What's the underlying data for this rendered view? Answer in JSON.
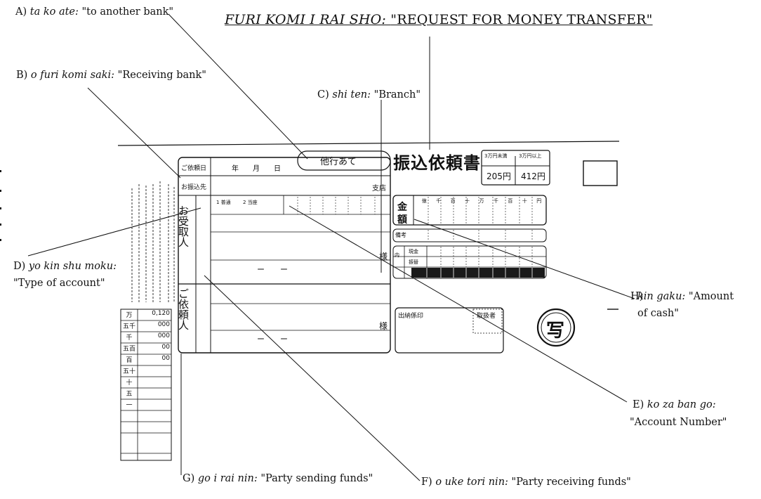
{
  "title": {
    "romaji": "FURI KOMI I RAI SHO:",
    "english": "\"REQUEST FOR MONEY TRANSFER\""
  },
  "annotations": {
    "a": {
      "letter": "A)",
      "term": "ta ko ate:",
      "meaning": "\"to another bank\""
    },
    "b": {
      "letter": "B)",
      "term": "o furi komi saki:",
      "meaning": "\"Receiving bank\""
    },
    "c": {
      "letter": "C)",
      "term": "shi ten:",
      "meaning": "\"Branch\""
    },
    "d": {
      "letter": "D)",
      "term": "yo kin shu moku:",
      "meaning": "\"Type of account\""
    },
    "e": {
      "letter": "E)",
      "term": "ko za ban go:",
      "meaning": "\"Account Number\""
    },
    "f": {
      "letter": "F)",
      "term": "o uke tori nin:",
      "meaning": "\"Party receiving funds\""
    },
    "g": {
      "letter": "G)",
      "term": "go i rai nin:",
      "meaning": "\"Party sending funds\""
    },
    "h": {
      "letter": "H)",
      "term": "kin gaku:",
      "meaning": "\"Amount",
      "meaning2": "of cash\""
    }
  },
  "form": {
    "other_bank": "他行あて",
    "form_title": "振込依頼書",
    "fee_header_1": "3万円未満",
    "fee_header_2": "3万円以上",
    "fee_value_1": "205円",
    "fee_value_2": "412円",
    "date_label": "ご依頼日",
    "date_fields": "年　　月　　日",
    "dest_label": "お振込先",
    "branch": "支店",
    "receiver_vertical": "お受取人",
    "sender_vertical": "ご依頼人",
    "account_type_1": "1 普通",
    "account_type_2": "2 当座",
    "amount_label_1": "金",
    "amount_label_2": "額",
    "digits": [
      "億",
      "千",
      "百",
      "十",
      "万",
      "千",
      "百",
      "十",
      "円"
    ],
    "remarks": "備考",
    "cash": "現金",
    "transfer": "振替",
    "breakdown": "内",
    "sama_1": "様",
    "sama_2": "様",
    "dash_1": "ー　　ー",
    "dash_2": "ー　　ー",
    "issuer": "出納係印",
    "checker": "取扱者",
    "stamp": "写",
    "side_table": [
      {
        "k": "万",
        "v": "0,120"
      },
      {
        "k": "五千",
        "v": "000"
      },
      {
        "k": "千",
        "v": "000"
      },
      {
        "k": "五百",
        "v": "00"
      },
      {
        "k": "百",
        "v": "00"
      },
      {
        "k": "五十",
        "v": ""
      },
      {
        "k": "十",
        "v": ""
      },
      {
        "k": "五",
        "v": ""
      },
      {
        "k": "一",
        "v": ""
      }
    ]
  }
}
